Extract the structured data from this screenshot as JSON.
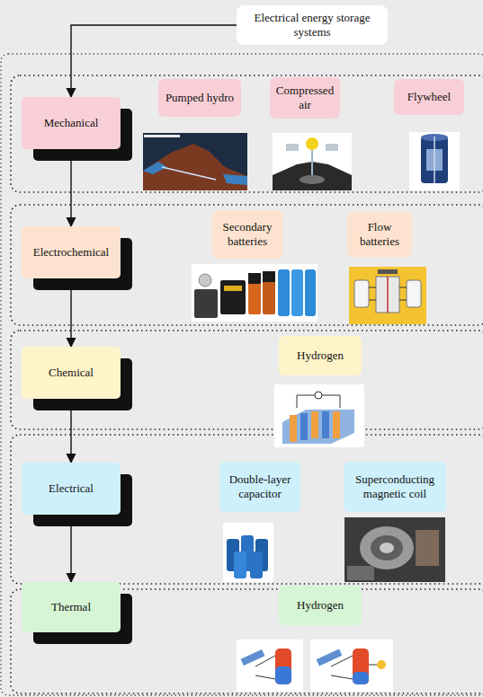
{
  "diagram": {
    "nodes": [
      {
        "text": [
          "Electrical energy storage systems"
        ]
      },
      {
        "text": [
          "Mechanical"
        ]
      },
      {
        "text": [
          "Pumped hydro"
        ]
      },
      {
        "text": [
          "Compressed air"
        ]
      },
      {
        "text": [
          "Flywheel"
        ]
      },
      {
        "text": [
          "Electrochemical"
        ]
      },
      {
        "text": [
          "Secondary batteries"
        ]
      },
      {
        "text": [
          "Flow batteries"
        ]
      },
      {
        "text": [
          "Chemical"
        ]
      },
      {
        "text": [
          "Hydrogen"
        ]
      },
      {
        "text": [
          "Electrical"
        ]
      },
      {
        "text": [
          "Double-layer capacitor"
        ]
      },
      {
        "text": [
          "Superconducting magnetic coil"
        ]
      },
      {
        "text": [
          "Thermal"
        ]
      },
      {
        "text": [
          "Hydrogen"
        ]
      }
    ],
    "edges": [
      {
        "from": 0,
        "to": 1,
        "arrow": "to"
      },
      {
        "from": 1,
        "to": 5,
        "arrow": "to"
      },
      {
        "from": 5,
        "to": 8,
        "arrow": "to"
      },
      {
        "from": 8,
        "to": 10,
        "arrow": "to"
      },
      {
        "from": 10,
        "to": 13,
        "arrow": "to"
      }
    ]
  }
}
